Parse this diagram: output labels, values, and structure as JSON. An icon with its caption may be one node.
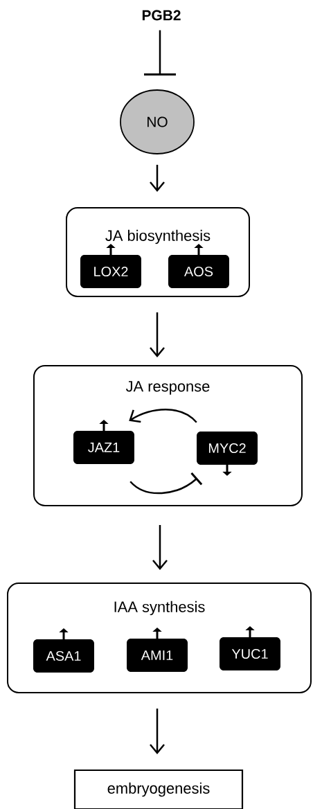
{
  "diagram": {
    "nodes": [
      {
        "text": [
          "PGB2"
        ]
      },
      {
        "text": [
          "NO"
        ]
      },
      {
        "text": [
          "JA biosynthesis"
        ]
      },
      {
        "text": [
          "LOX2"
        ],
        "in": 2
      },
      {
        "text": [
          "AOS"
        ],
        "in": 2
      },
      {
        "text": [
          "JA response"
        ]
      },
      {
        "text": [
          "JAZ1"
        ],
        "in": 5
      },
      {
        "text": [
          "MYC2"
        ],
        "in": 5
      },
      {
        "text": [
          "IAA synthesis"
        ]
      },
      {
        "text": [
          "ASA1"
        ],
        "in": 8
      },
      {
        "text": [
          "AMI1"
        ],
        "in": 8
      },
      {
        "text": [
          "YUC1"
        ],
        "in": 8
      },
      {
        "text": [
          "embryogenesis"
        ]
      }
    ],
    "edges": [
      {
        "from": 0,
        "to": 1,
        "arrow": "other"
      },
      {
        "from": 1,
        "to": 2,
        "arrow": "to"
      },
      {
        "from": 2,
        "to": 5,
        "arrow": "to"
      },
      {
        "from": 7,
        "to": 6,
        "arrow": "to"
      },
      {
        "from": 6,
        "to": 7,
        "arrow": "other"
      },
      {
        "from": 5,
        "to": 8,
        "arrow": "to"
      },
      {
        "from": 8,
        "to": 12,
        "arrow": "to"
      }
    ]
  }
}
